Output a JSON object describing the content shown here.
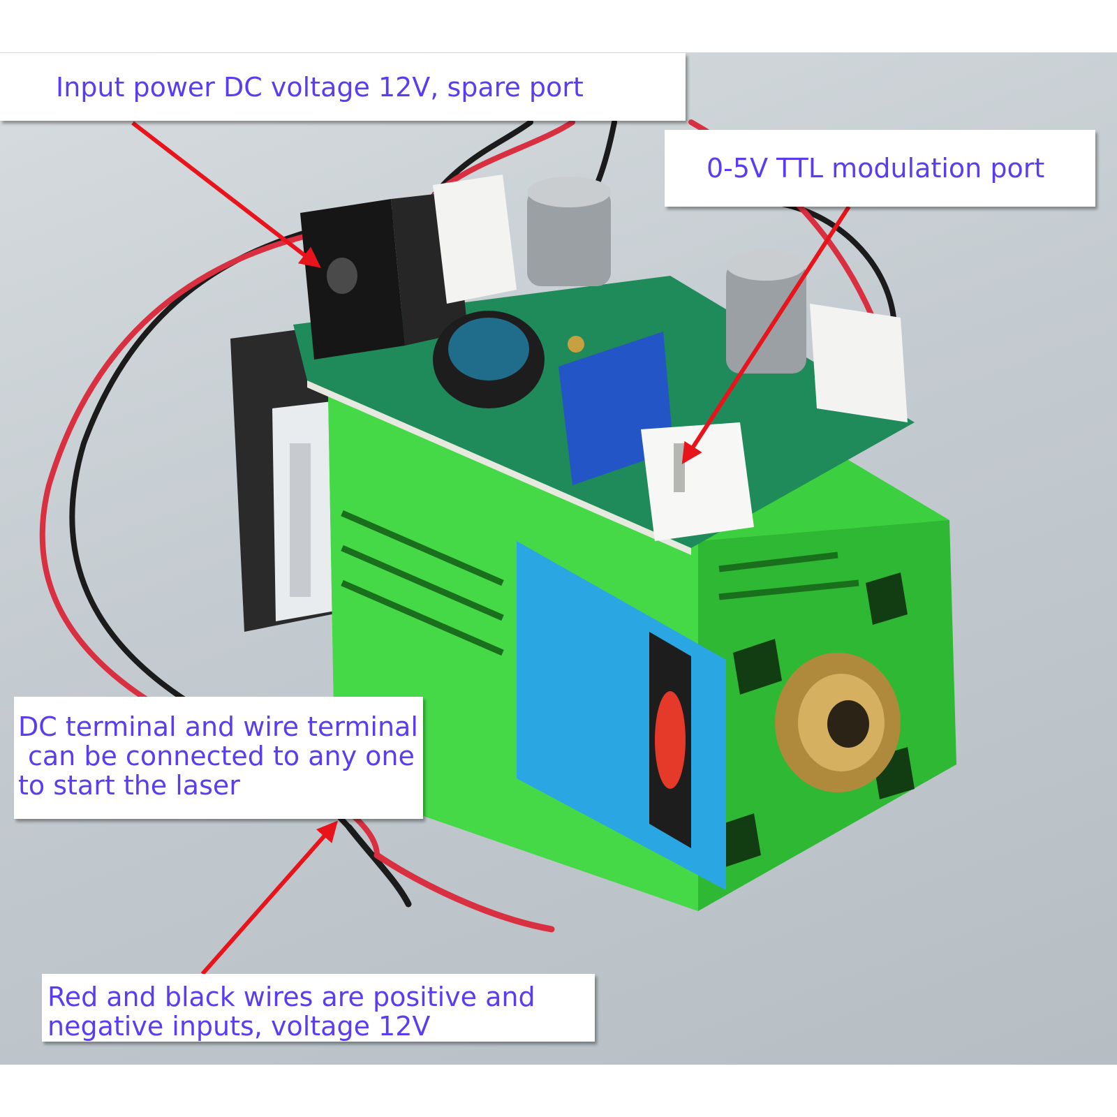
{
  "callouts": {
    "power": {
      "text": "Input power DC voltage 12V, spare port"
    },
    "ttl": {
      "text": "0-5V TTL modulation port"
    },
    "dc_terminal": {
      "lines": [
        "DC terminal and wire terminal",
        "can be connected to any one",
        "to start the laser"
      ]
    },
    "wires": {
      "lines": [
        "Red and black wires are positive and",
        "negative inputs, voltage 12V"
      ]
    }
  },
  "colors": {
    "callout_text": "#5a3df0",
    "arrow": "#e8141b",
    "heatsink": "#34c43a",
    "pcb": "#1f8a5a",
    "label": "#2aa7e3"
  }
}
